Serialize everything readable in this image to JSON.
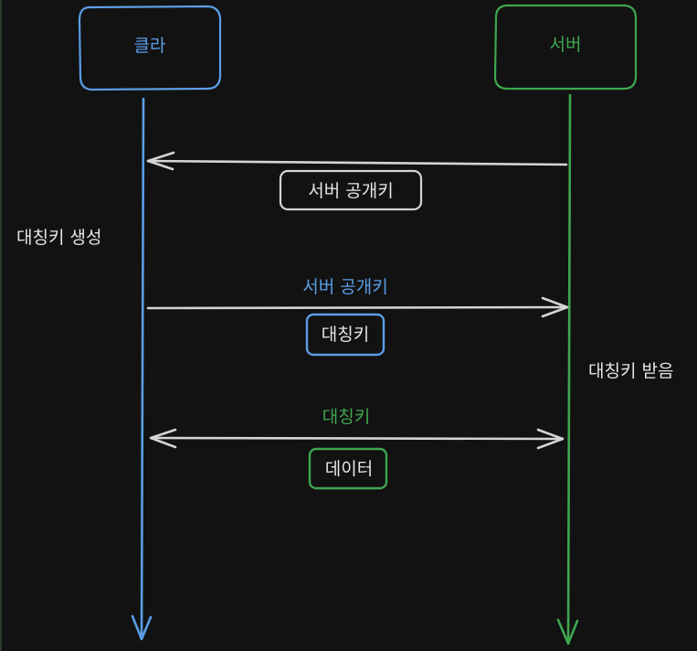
{
  "participants": {
    "client": {
      "label": "클라",
      "color": "#5b9ee6"
    },
    "server": {
      "label": "서버",
      "color": "#3fa64f"
    }
  },
  "messages": {
    "m1": {
      "box_label": "서버 공개키",
      "box_color": "#d4d4d4"
    },
    "m2": {
      "caption": "서버 공개키",
      "caption_color": "#5b9ee6",
      "box_label": "대칭키",
      "box_color": "#5b9ee6"
    },
    "m3": {
      "caption": "대칭키",
      "caption_color": "#3fa64f",
      "box_label": "데이터",
      "box_color": "#3fa64f"
    }
  },
  "notes": {
    "client_note": "대칭키 생성",
    "server_note": "대칭키 받음"
  },
  "colors": {
    "background": "#121212",
    "text": "#e6e6e6",
    "arrow": "#d4d4d4"
  }
}
